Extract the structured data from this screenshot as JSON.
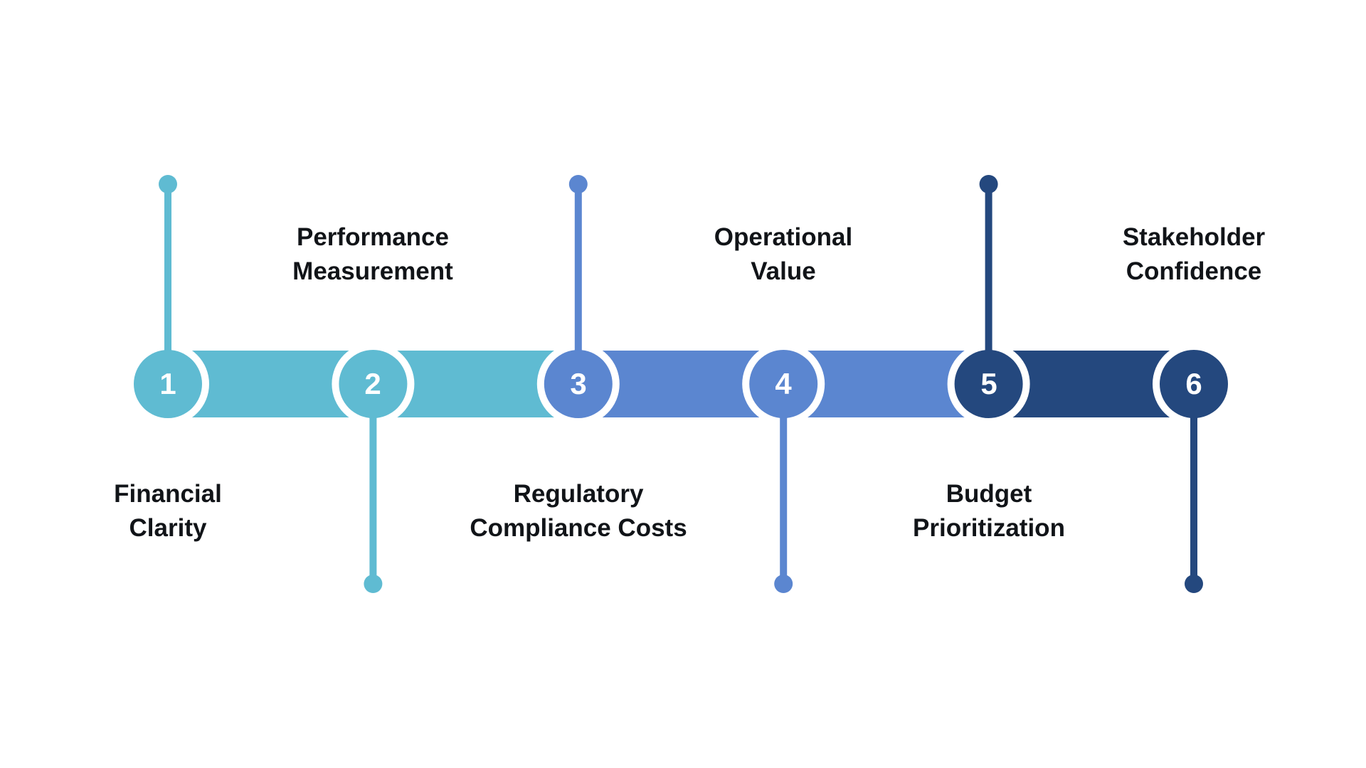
{
  "diagram": {
    "background_color": "#ffffff",
    "label_text_color": "#111418",
    "number_text_color": "#ffffff",
    "steps": [
      {
        "number": "1",
        "label_lines": [
          "Financial",
          "Clarity"
        ],
        "color": "#5FBBD2",
        "stem": "up"
      },
      {
        "number": "2",
        "label_lines": [
          "Performance",
          "Measurement"
        ],
        "color": "#5FBBD2",
        "stem": "down"
      },
      {
        "number": "3",
        "label_lines": [
          "Regulatory",
          "Compliance Costs"
        ],
        "color": "#5B86D0",
        "stem": "up"
      },
      {
        "number": "4",
        "label_lines": [
          "Operational",
          "Value"
        ],
        "color": "#5B86D0",
        "stem": "down"
      },
      {
        "number": "5",
        "label_lines": [
          "Budget",
          "Prioritization"
        ],
        "color": "#24487E",
        "stem": "up"
      },
      {
        "number": "6",
        "label_lines": [
          "Stakeholder",
          "Confidence"
        ],
        "color": "#24487E",
        "stem": "down"
      }
    ]
  }
}
